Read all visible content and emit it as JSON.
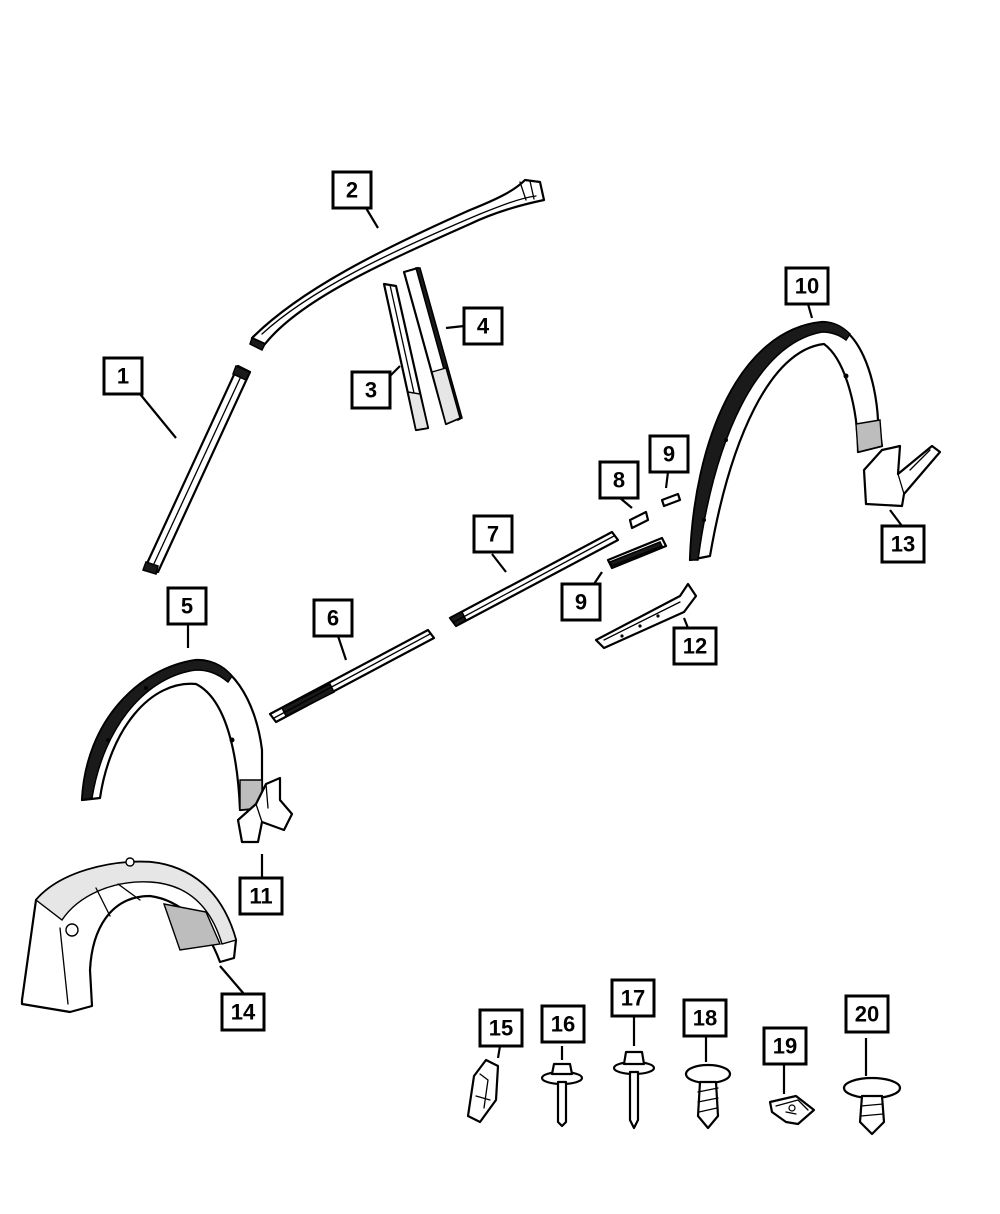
{
  "callouts": [
    {
      "id": "c1",
      "label": "1"
    },
    {
      "id": "c2",
      "label": "2"
    },
    {
      "id": "c3",
      "label": "3"
    },
    {
      "id": "c4",
      "label": "4"
    },
    {
      "id": "c5",
      "label": "5"
    },
    {
      "id": "c6",
      "label": "6"
    },
    {
      "id": "c7",
      "label": "7"
    },
    {
      "id": "c8",
      "label": "8"
    },
    {
      "id": "c9a",
      "label": "9"
    },
    {
      "id": "c9b",
      "label": "9"
    },
    {
      "id": "c10",
      "label": "10"
    },
    {
      "id": "c11",
      "label": "11"
    },
    {
      "id": "c12",
      "label": "12"
    },
    {
      "id": "c13",
      "label": "13"
    },
    {
      "id": "c14",
      "label": "14"
    },
    {
      "id": "c15",
      "label": "15"
    },
    {
      "id": "c16",
      "label": "16"
    },
    {
      "id": "c17",
      "label": "17"
    },
    {
      "id": "c18",
      "label": "18"
    },
    {
      "id": "c19",
      "label": "19"
    },
    {
      "id": "c20",
      "label": "20"
    }
  ]
}
